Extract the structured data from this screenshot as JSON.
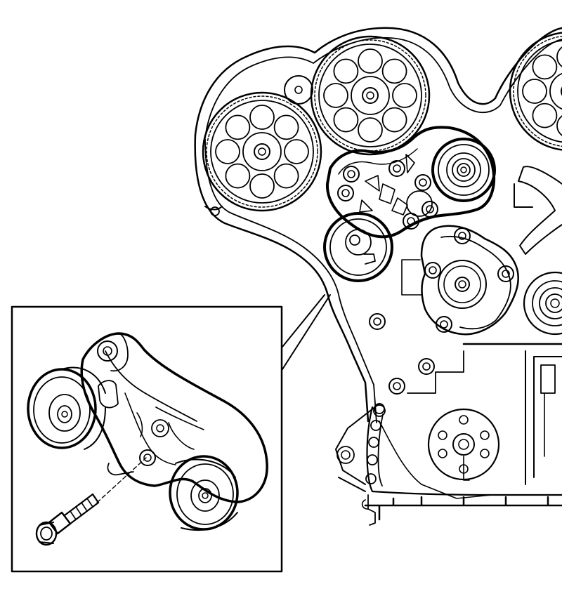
{
  "figure": {
    "type": "technical-line-drawing",
    "subject": "engine-front-timing-cover-with-tensioner-bracket",
    "ink_color": "#000000",
    "paper_color": "#ffffff",
    "highlighted_part": "accessory-belt-idler-tensioner-bracket",
    "has_detail_inset": true,
    "inset_parts": [
      "idler-pulley",
      "tensioner-pulley",
      "bracket",
      "mounting-bolt"
    ],
    "visible_text": []
  }
}
